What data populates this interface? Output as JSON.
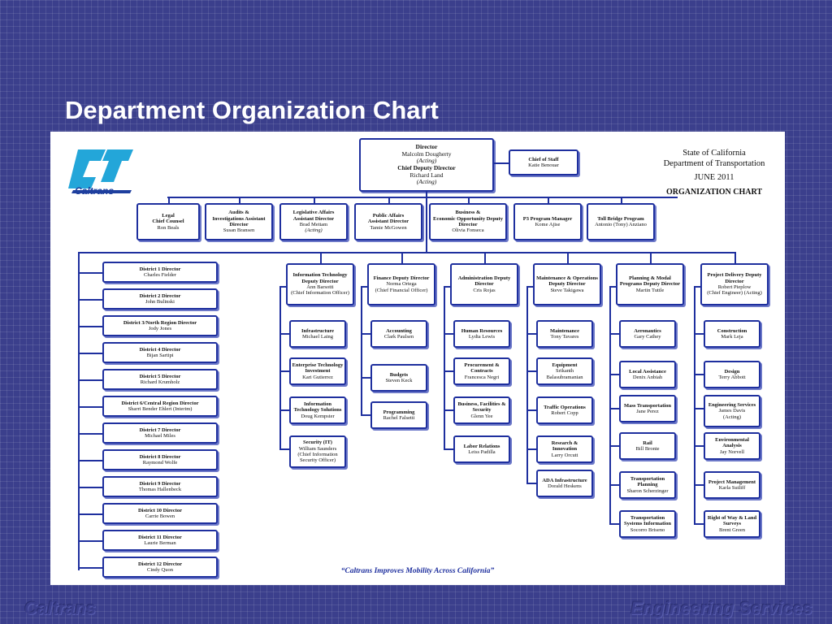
{
  "slide_title": "Department Organization Chart",
  "footer_left": "Caltrans",
  "footer_right": "Engineering Services",
  "logo_text": "Caltrans",
  "state_header": {
    "line1": "State of California",
    "line2": "Department of Transportation",
    "date": "JUNE 2011",
    "heading": "ORGANIZATION CHART"
  },
  "motto": "“Caltrans Improves Mobility Across California”",
  "director": {
    "title": "Director",
    "name": "Malcolm Dougherty",
    "acting": "(Acting)",
    "deputy_title": "Chief Deputy Director",
    "deputy_name": "Richard Land",
    "deputy_acting": "(Acting)"
  },
  "chief_of_staff": {
    "title": "Chief of Staff",
    "name": "Katie Benouar"
  },
  "top_row": [
    {
      "t1": "Legal",
      "t2": "Chief Counsel",
      "name": "Ron Beals",
      "note": ""
    },
    {
      "t1": "Audits &",
      "t2": "Investigations Assistant Director",
      "name": "Susan Bransen",
      "note": ""
    },
    {
      "t1": "Legislative Affairs",
      "t2": "Assistant Director",
      "name": "Brad Mettam",
      "note": "(Acting)"
    },
    {
      "t1": "Public Affairs",
      "t2": "Assistant Director",
      "name": "Tamie McGowen",
      "note": ""
    },
    {
      "t1": "Business &",
      "t2": "Economic Opportunity Deputy Director",
      "name": "Olivia Fonseca",
      "note": ""
    },
    {
      "t1": "P3 Program Manager",
      "t2": "",
      "name": "Kome Ajise",
      "note": ""
    },
    {
      "t1": "Toll Bridge Program",
      "t2": "",
      "name": "Antonio (Tony) Anziano",
      "note": ""
    }
  ],
  "districts": [
    {
      "title": "District 1 Director",
      "name": "Charles Fielder"
    },
    {
      "title": "District 2 Director",
      "name": "John Bulinski"
    },
    {
      "title": "District 3/North Region Director",
      "name": "Jody Jones"
    },
    {
      "title": "District 4 Director",
      "name": "Bijan Sartipi"
    },
    {
      "title": "District 5 Director",
      "name": "Richard Krumholz"
    },
    {
      "title": "District 6/Central Region Director",
      "name": "Sharri Bender Ehlert (Interim)"
    },
    {
      "title": "District 7 Director",
      "name": "Michael Miles"
    },
    {
      "title": "District 8 Director",
      "name": "Raymond Wolfe"
    },
    {
      "title": "District 9 Director",
      "name": "Thomas Hallenbeck"
    },
    {
      "title": "District 10 Director",
      "name": "Carrie Bowen"
    },
    {
      "title": "District 11 Director",
      "name": "Laurie Berman"
    },
    {
      "title": "District 12 Director",
      "name": "Cindy Quon"
    }
  ],
  "divisions": [
    {
      "t": "Information Technology Deputy Director",
      "name": "Ann Barsotti",
      "note": "(Chief Information Officer)",
      "subs": [
        {
          "t": "Infrastructure",
          "name": "Michael Laing"
        },
        {
          "t": "Enterprise Technology Investment",
          "name": "Kari Gutierrez"
        },
        {
          "t": "Information Technology Solutions",
          "name": "Doug Kempster"
        },
        {
          "t": "Security (IT)",
          "name": "William Saunders",
          "note": "(Chief Information Security Officer)"
        }
      ]
    },
    {
      "t": "Finance Deputy Director",
      "name": "Norma Ortega",
      "note": "(Chief Financial Officer)",
      "subs": [
        {
          "t": "Accounting",
          "name": "Clark Paulsen"
        },
        {
          "t": "Budgets",
          "name": "Steven Keck"
        },
        {
          "t": "Programming",
          "name": "Rachel Falsetti"
        }
      ]
    },
    {
      "t": "Administration Deputy Director",
      "name": "Cris Rojas",
      "note": "",
      "subs": [
        {
          "t": "Human Resources",
          "name": "Lydia Lewis"
        },
        {
          "t": "Procurement & Contracts",
          "name": "Francesca Negri"
        },
        {
          "t": "Business, Facilities & Security",
          "name": "Glenn Yee"
        },
        {
          "t": "Labor Relations",
          "name": "Leiss Padilla"
        }
      ]
    },
    {
      "t": "Maintenance & Operations Deputy Director",
      "name": "Steve Takigawa",
      "note": "",
      "subs": [
        {
          "t": "Maintenance",
          "name": "Tony Tavares"
        },
        {
          "t": "Equipment",
          "name": "Srikanth Balasubramanian"
        },
        {
          "t": "Traffic Operations",
          "name": "Robert Copp"
        },
        {
          "t": "Research & Innovation",
          "name": "Larry Orcutt"
        },
        {
          "t": "ADA Infrastructure",
          "name": "Dorald Heskens"
        }
      ]
    },
    {
      "t": "Planning & Modal Programs Deputy Director",
      "name": "Martin Tuttle",
      "note": "",
      "subs": [
        {
          "t": "Aeronautics",
          "name": "Gary Cathey"
        },
        {
          "t": "Local Assistance",
          "name": "Denix Anbiah"
        },
        {
          "t": "Mass Transportation",
          "name": "Jane Perez"
        },
        {
          "t": "Rail",
          "name": "Bill Bronte"
        },
        {
          "t": "Transportation Planning",
          "name": "Sharon Scherzinger"
        },
        {
          "t": "Transportation Systems Information",
          "name": "Socorro Briseno"
        }
      ]
    },
    {
      "t": "Project Delivery Deputy Director",
      "name": "Robert Pieplow",
      "note": "(Chief Engineer) (Acting)",
      "subs": [
        {
          "t": "Construction",
          "name": "Mark Leja"
        },
        {
          "t": "Design",
          "name": "Terry Abbott"
        },
        {
          "t": "Engineering Services",
          "name": "James Davis",
          "note": "(Acting)"
        },
        {
          "t": "Environmental Analysis",
          "name": "Jay Norvell"
        },
        {
          "t": "Project Management",
          "name": "Karla Sutliff"
        },
        {
          "t": "Right of Way & Land Surveys",
          "name": "Brent Green"
        }
      ]
    }
  ]
}
